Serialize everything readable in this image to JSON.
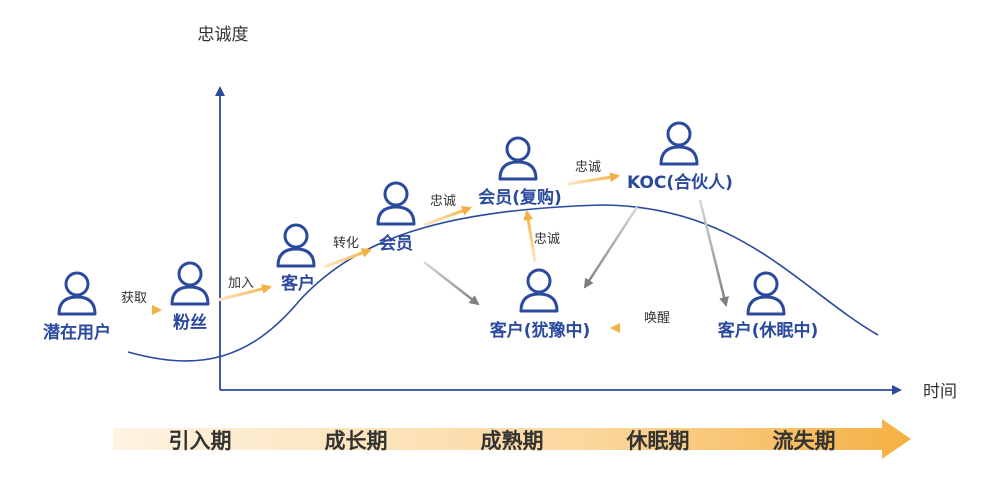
{
  "axes": {
    "y_label": "忠诚度",
    "x_label": "时间"
  },
  "nodes": [
    {
      "id": "potential",
      "label": "潜在用户"
    },
    {
      "id": "fan",
      "label": "粉丝"
    },
    {
      "id": "customer",
      "label": "客户"
    },
    {
      "id": "member",
      "label": "会员"
    },
    {
      "id": "member_repurchase",
      "label": "会员(复购)"
    },
    {
      "id": "koc",
      "label": "KOC(合伙人)"
    },
    {
      "id": "hesitant",
      "label": "客户(犹豫中)"
    },
    {
      "id": "dormant",
      "label": "客户(休眠中)"
    }
  ],
  "edges": [
    {
      "from": "potential",
      "to": "fan",
      "label": "获取"
    },
    {
      "from": "fan",
      "to": "customer",
      "label": "加入"
    },
    {
      "from": "customer",
      "to": "member",
      "label": "转化"
    },
    {
      "from": "member",
      "to": "member_repurchase",
      "label": "忠诚"
    },
    {
      "from": "member_repurchase",
      "to": "koc",
      "label": "忠诚"
    },
    {
      "from": "hesitant",
      "to": "member_repurchase",
      "label": "忠诚"
    },
    {
      "from": "dormant",
      "to": "hesitant",
      "label": "唤醒"
    },
    {
      "from": "member",
      "to": "hesitant",
      "label": ""
    },
    {
      "from": "koc",
      "to": "hesitant",
      "label": ""
    },
    {
      "from": "koc",
      "to": "dormant",
      "label": ""
    }
  ],
  "stages": [
    "引入期",
    "成长期",
    "成熟期",
    "休眠期",
    "流失期"
  ],
  "colors": {
    "primary": "#2b4a9e",
    "accent": "#f5b042",
    "gray_arrow": "#8c8c8c",
    "text": "#333333"
  }
}
